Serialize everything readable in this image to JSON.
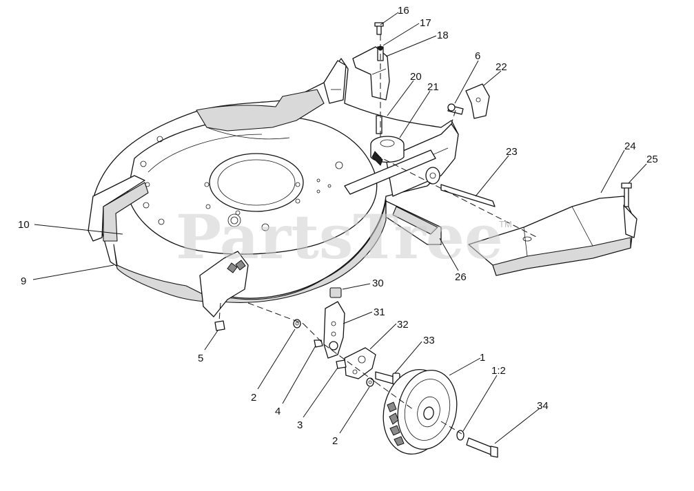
{
  "watermark": {
    "text": "PartsTree",
    "trademark": "TM"
  },
  "callouts": [
    {
      "id": "c16",
      "label": "16"
    },
    {
      "id": "c17",
      "label": "17"
    },
    {
      "id": "c18",
      "label": "18"
    },
    {
      "id": "c6",
      "label": "6"
    },
    {
      "id": "c22",
      "label": "22"
    },
    {
      "id": "c20",
      "label": "20"
    },
    {
      "id": "c21",
      "label": "21"
    },
    {
      "id": "c23",
      "label": "23"
    },
    {
      "id": "c24",
      "label": "24"
    },
    {
      "id": "c25",
      "label": "25"
    },
    {
      "id": "c10",
      "label": "10"
    },
    {
      "id": "c9",
      "label": "9"
    },
    {
      "id": "c26",
      "label": "26"
    },
    {
      "id": "c30",
      "label": "30"
    },
    {
      "id": "c31",
      "label": "31"
    },
    {
      "id": "c32",
      "label": "32"
    },
    {
      "id": "c33",
      "label": "33"
    },
    {
      "id": "c1",
      "label": "1"
    },
    {
      "id": "c1_2",
      "label": "1:2"
    },
    {
      "id": "c34",
      "label": "34"
    },
    {
      "id": "c5",
      "label": "5"
    },
    {
      "id": "c2a",
      "label": "2"
    },
    {
      "id": "c4",
      "label": "4"
    },
    {
      "id": "c3",
      "label": "3"
    },
    {
      "id": "c2b",
      "label": "2"
    }
  ]
}
